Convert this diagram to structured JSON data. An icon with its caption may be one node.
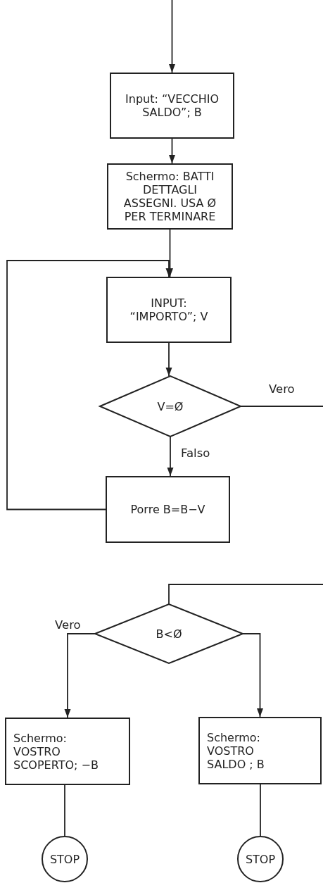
{
  "diagram": {
    "nodes": [
      {
        "text": [
          "Input: “VECCHIO SALDO”; B"
        ]
      },
      {
        "text": [
          "Schermo: BATTI DETTAGLI ASSEGNI. USA Ø PER TERMINARE"
        ]
      },
      {
        "text": [
          "INPUT: “IMPORTO”; V"
        ]
      },
      {
        "text": [
          "V=Ø"
        ]
      },
      {
        "text": [
          "Porre B=B−V"
        ]
      },
      {
        "text": [
          "B<Ø"
        ]
      },
      {
        "text": [
          "Schermo: VOSTRO SCOPERTO; −B"
        ]
      },
      {
        "text": [
          "Schermo: VOSTRO SALDO ; B"
        ]
      },
      {
        "text": [
          "STOP"
        ]
      },
      {
        "text": [
          "STOP"
        ]
      }
    ],
    "edges": [
      {
        "from": null,
        "to": 0,
        "arrow": "to"
      },
      {
        "from": 0,
        "to": 1,
        "arrow": "to"
      },
      {
        "from": 1,
        "to": 2,
        "arrow": "to"
      },
      {
        "from": 4,
        "to": 2,
        "arrow": "to"
      },
      {
        "from": 2,
        "to": 3,
        "arrow": "to"
      },
      {
        "from": 3,
        "to": 4,
        "arrow": "to",
        "label": "Falso"
      },
      {
        "from": 3,
        "to": null,
        "arrow": "none",
        "label": "Vero"
      },
      {
        "from": null,
        "to": 5,
        "arrow": "none"
      },
      {
        "from": 5,
        "to": 6,
        "arrow": "to",
        "label": "Vero"
      },
      {
        "from": 5,
        "to": 7,
        "arrow": "to"
      },
      {
        "from": 6,
        "to": 8,
        "arrow": "none"
      },
      {
        "from": 7,
        "to": 9,
        "arrow": "none"
      }
    ]
  }
}
